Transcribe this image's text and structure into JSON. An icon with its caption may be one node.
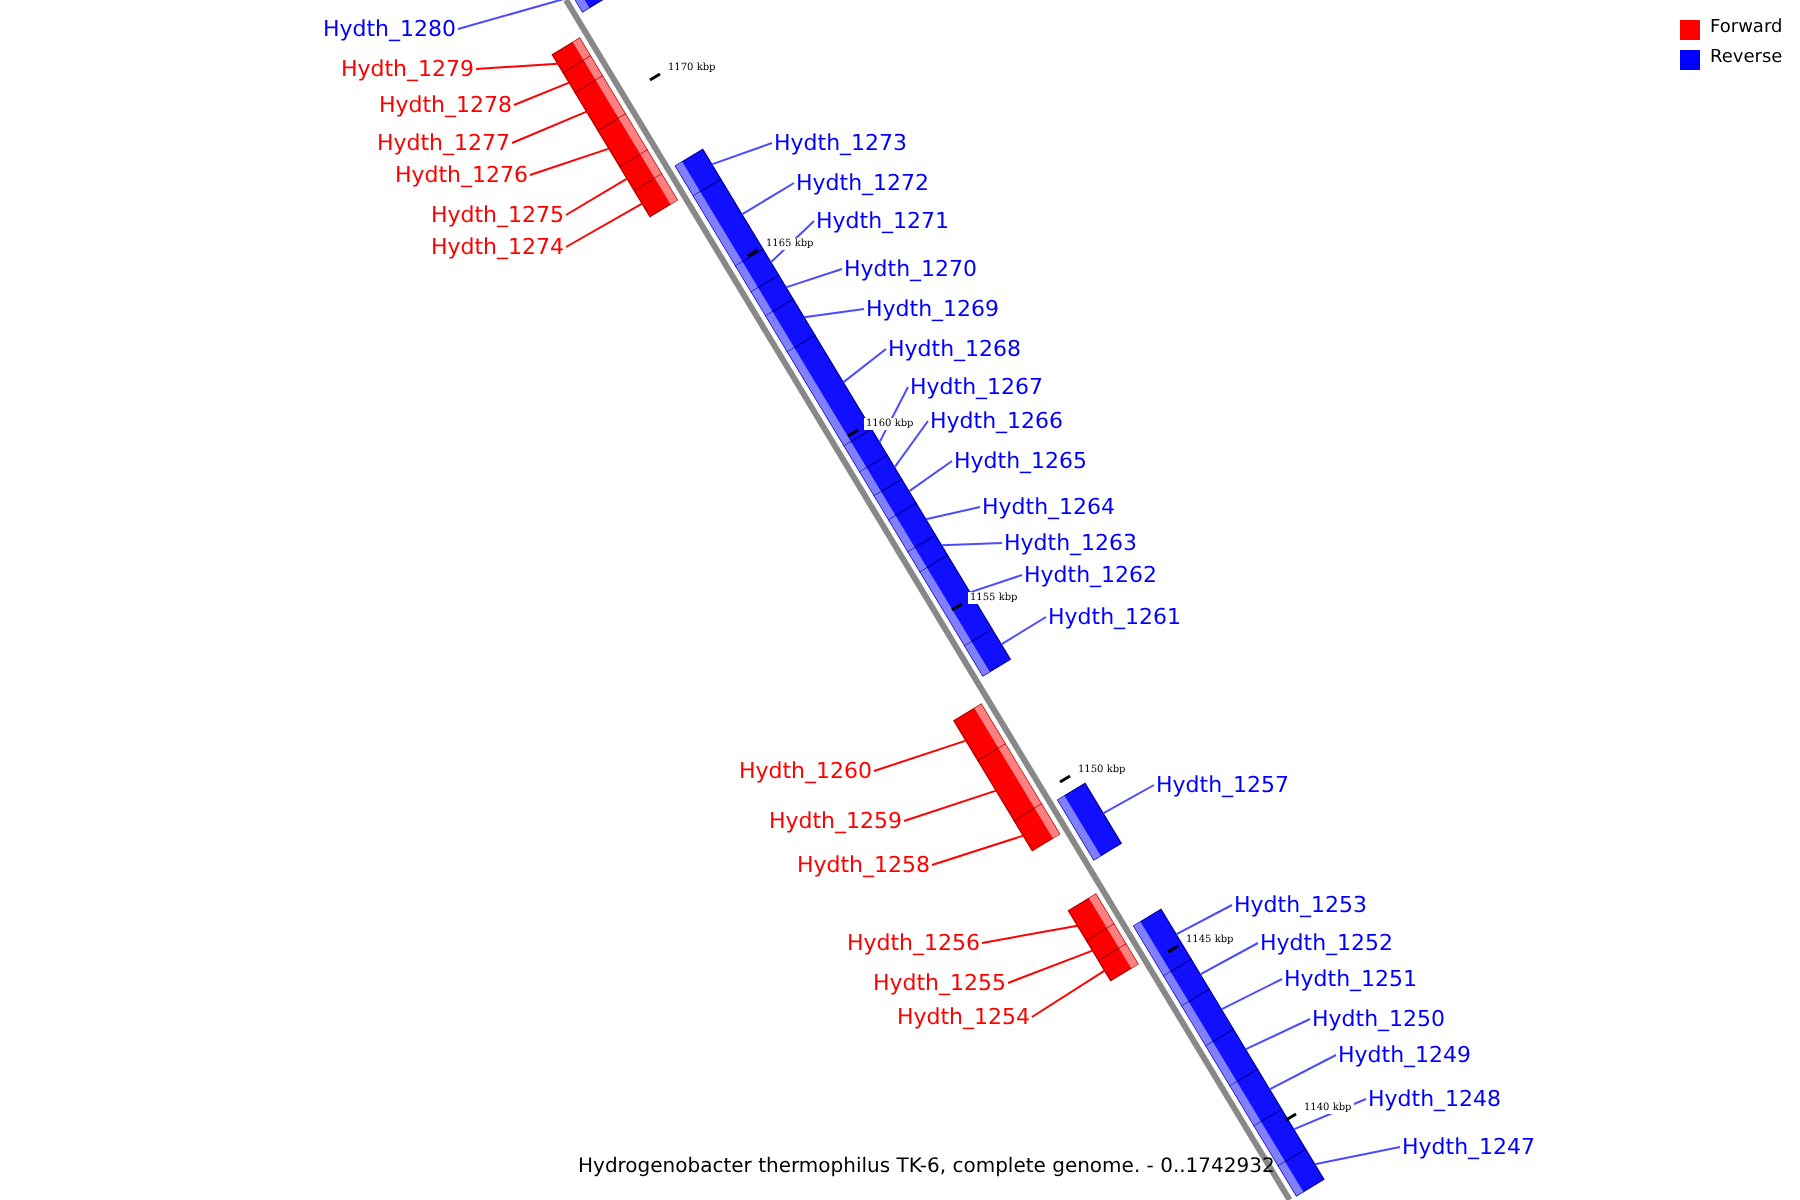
{
  "diagram": {
    "caption": "Hydrogenobacter thermophilus TK-6, complete genome. - 0..1742932",
    "nodes": [
      {
        "text": [
          "Hydth_1280"
        ]
      },
      {
        "text": [],
        "shape": "bar"
      },
      {
        "text": [
          "Hydth_1279"
        ]
      },
      {
        "text": [],
        "shape": "bar"
      },
      {
        "text": [
          "Hydth_1278"
        ]
      },
      {
        "text": [],
        "shape": "bar"
      },
      {
        "text": [
          "Hydth_1277"
        ]
      },
      {
        "text": [],
        "shape": "bar"
      },
      {
        "text": [
          "Hydth_1276"
        ]
      },
      {
        "text": [],
        "shape": "bar"
      },
      {
        "text": [
          "Hydth_1275"
        ]
      },
      {
        "text": [],
        "shape": "bar"
      },
      {
        "text": [
          "Hydth_1274"
        ]
      },
      {
        "text": [],
        "shape": "bar"
      },
      {
        "text": [
          "Hydth_1273"
        ]
      },
      {
        "text": [],
        "shape": "bar"
      },
      {
        "text": [
          "Hydth_1272"
        ]
      },
      {
        "text": [],
        "shape": "bar"
      },
      {
        "text": [
          "Hydth_1271"
        ]
      },
      {
        "text": [],
        "shape": "bar"
      },
      {
        "text": [
          "Hydth_1270"
        ]
      },
      {
        "text": [],
        "shape": "bar"
      },
      {
        "text": [
          "Hydth_1269"
        ]
      },
      {
        "text": [],
        "shape": "bar"
      },
      {
        "text": [
          "Hydth_1268"
        ]
      },
      {
        "text": [],
        "shape": "bar"
      },
      {
        "text": [
          "Hydth_1267"
        ]
      },
      {
        "text": [],
        "shape": "bar"
      },
      {
        "text": [
          "Hydth_1266"
        ]
      },
      {
        "text": [],
        "shape": "bar"
      },
      {
        "text": [
          "Hydth_1265"
        ]
      },
      {
        "text": [],
        "shape": "bar"
      },
      {
        "text": [
          "Hydth_1264"
        ]
      },
      {
        "text": [],
        "shape": "bar"
      },
      {
        "text": [
          "Hydth_1263"
        ]
      },
      {
        "text": [],
        "shape": "bar"
      },
      {
        "text": [
          "Hydth_1262"
        ]
      },
      {
        "text": [],
        "shape": "bar"
      },
      {
        "text": [
          "Hydth_1261"
        ]
      },
      {
        "text": [],
        "shape": "bar"
      },
      {
        "text": [
          "Hydth_1260"
        ]
      },
      {
        "text": [],
        "shape": "bar"
      },
      {
        "text": [
          "Hydth_1259"
        ]
      },
      {
        "text": [],
        "shape": "bar"
      },
      {
        "text": [
          "Hydth_1258"
        ]
      },
      {
        "text": [],
        "shape": "bar"
      },
      {
        "text": [
          "Hydth_1257"
        ]
      },
      {
        "text": [],
        "shape": "bar"
      },
      {
        "text": [
          "Hydth_1256"
        ]
      },
      {
        "text": [],
        "shape": "bar"
      },
      {
        "text": [
          "Hydth_1255"
        ]
      },
      {
        "text": [],
        "shape": "bar"
      },
      {
        "text": [
          "Hydth_1254"
        ]
      },
      {
        "text": [],
        "shape": "bar"
      },
      {
        "text": [
          "Hydth_1253"
        ]
      },
      {
        "text": [],
        "shape": "bar"
      },
      {
        "text": [
          "Hydth_1252"
        ]
      },
      {
        "text": [],
        "shape": "bar"
      },
      {
        "text": [
          "Hydth_1251"
        ]
      },
      {
        "text": [],
        "shape": "bar"
      },
      {
        "text": [
          "Hydth_1250"
        ]
      },
      {
        "text": [],
        "shape": "bar"
      },
      {
        "text": [
          "Hydth_1249"
        ]
      },
      {
        "text": [],
        "shape": "bar"
      },
      {
        "text": [
          "Hydth_1248"
        ]
      },
      {
        "text": [],
        "shape": "bar"
      },
      {
        "text": [
          "Hydth_1247"
        ]
      },
      {
        "text": [],
        "shape": "bar"
      }
    ],
    "edges": [
      {
        "from": 0,
        "to": 1,
        "arrow": "none"
      },
      {
        "from": 2,
        "to": 3,
        "arrow": "none",
        "color": "#ff0000"
      },
      {
        "from": 4,
        "to": 5,
        "arrow": "none",
        "color": "#ff0000"
      },
      {
        "from": 6,
        "to": 7,
        "arrow": "none",
        "color": "#ff0000"
      },
      {
        "from": 8,
        "to": 9,
        "arrow": "none",
        "color": "#ff0000"
      },
      {
        "from": 10,
        "to": 11,
        "arrow": "none",
        "color": "#ff0000"
      },
      {
        "from": 12,
        "to": 13,
        "arrow": "none",
        "color": "#ff0000"
      },
      {
        "from": 14,
        "to": 15,
        "arrow": "none"
      },
      {
        "from": 16,
        "to": 17,
        "arrow": "none"
      },
      {
        "from": 18,
        "to": 19,
        "arrow": "none"
      },
      {
        "from": 20,
        "to": 21,
        "arrow": "none"
      },
      {
        "from": 22,
        "to": 23,
        "arrow": "none"
      },
      {
        "from": 24,
        "to": 25,
        "arrow": "none"
      },
      {
        "from": 26,
        "to": 27,
        "arrow": "none"
      },
      {
        "from": 28,
        "to": 29,
        "arrow": "none"
      },
      {
        "from": 30,
        "to": 31,
        "arrow": "none"
      },
      {
        "from": 32,
        "to": 33,
        "arrow": "none"
      },
      {
        "from": 34,
        "to": 35,
        "arrow": "none"
      },
      {
        "from": 36,
        "to": 37,
        "arrow": "none"
      },
      {
        "from": 38,
        "to": 39,
        "arrow": "none"
      },
      {
        "from": 40,
        "to": 41,
        "arrow": "none",
        "color": "#ff0000"
      },
      {
        "from": 42,
        "to": 43,
        "arrow": "none",
        "color": "#ff0000"
      },
      {
        "from": 44,
        "to": 45,
        "arrow": "none",
        "color": "#ff0000"
      },
      {
        "from": 46,
        "to": 47,
        "arrow": "none"
      },
      {
        "from": 48,
        "to": 49,
        "arrow": "none",
        "color": "#ff0000"
      },
      {
        "from": 50,
        "to": 51,
        "arrow": "none",
        "color": "#ff0000"
      },
      {
        "from": 52,
        "to": 53,
        "arrow": "none",
        "color": "#ff0000"
      },
      {
        "from": 54,
        "to": 55,
        "arrow": "none"
      },
      {
        "from": 56,
        "to": 57,
        "arrow": "none"
      },
      {
        "from": 58,
        "to": 59,
        "arrow": "none"
      },
      {
        "from": 60,
        "to": 61,
        "arrow": "none"
      },
      {
        "from": 62,
        "to": 63,
        "arrow": "none"
      },
      {
        "from": 64,
        "to": 65,
        "arrow": "none"
      },
      {
        "from": 66,
        "to": 67,
        "arrow": "none"
      }
    ],
    "labels": [
      "1170 kbp",
      "1165 kbp",
      "1160 kbp",
      "1155 kbp",
      "1150 kbp",
      "1145 kbp",
      "1140 kbp"
    ],
    "legend": [
      {
        "text": "Forward",
        "color": "#ff0000"
      },
      {
        "text": "Reverse",
        "color": "#0000ff"
      }
    ]
  }
}
